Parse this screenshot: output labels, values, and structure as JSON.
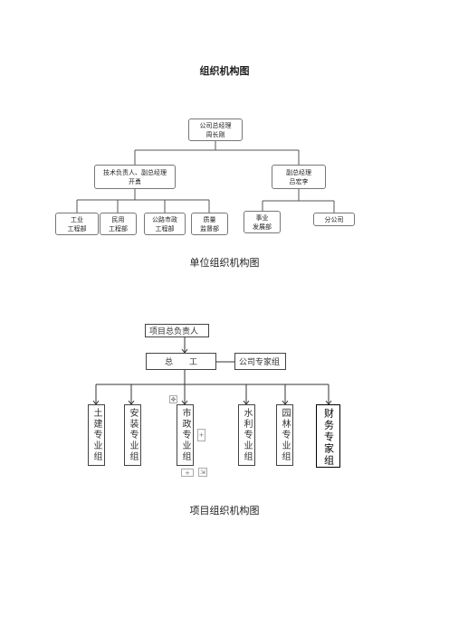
{
  "title": "组织机构图",
  "chart1": {
    "caption": "单位组织机构图",
    "root": {
      "line1": "公司总经理",
      "line2": "周长刚"
    },
    "left_manager": {
      "line1": "技术负责人、副总经理",
      "line2": "开勇"
    },
    "right_manager": {
      "line1": "副总经理",
      "line2": "吕宏李"
    },
    "depts_left": [
      {
        "line1": "工业",
        "line2": "工程部"
      },
      {
        "line1": "民用",
        "line2": "工程部"
      },
      {
        "line1": "公路市政",
        "line2": "工程部"
      },
      {
        "line1": "质量",
        "line2": "监督部"
      }
    ],
    "depts_right": [
      {
        "line1": "事业",
        "line2": "发展部"
      },
      {
        "line1": "分公司",
        "line2": ""
      }
    ]
  },
  "chart2": {
    "caption": "项目组织机构图",
    "project_lead": "项目总负责人",
    "chief_engineer": "总　　工",
    "expert_group": "公司专家组",
    "groups": [
      "土建专业组",
      "安装专业组",
      "市政专业组",
      "水利专业组",
      "园林专业组",
      "财务专家组"
    ],
    "handles": {
      "move": "✥",
      "plus": "+",
      "resize": "⇲"
    }
  }
}
